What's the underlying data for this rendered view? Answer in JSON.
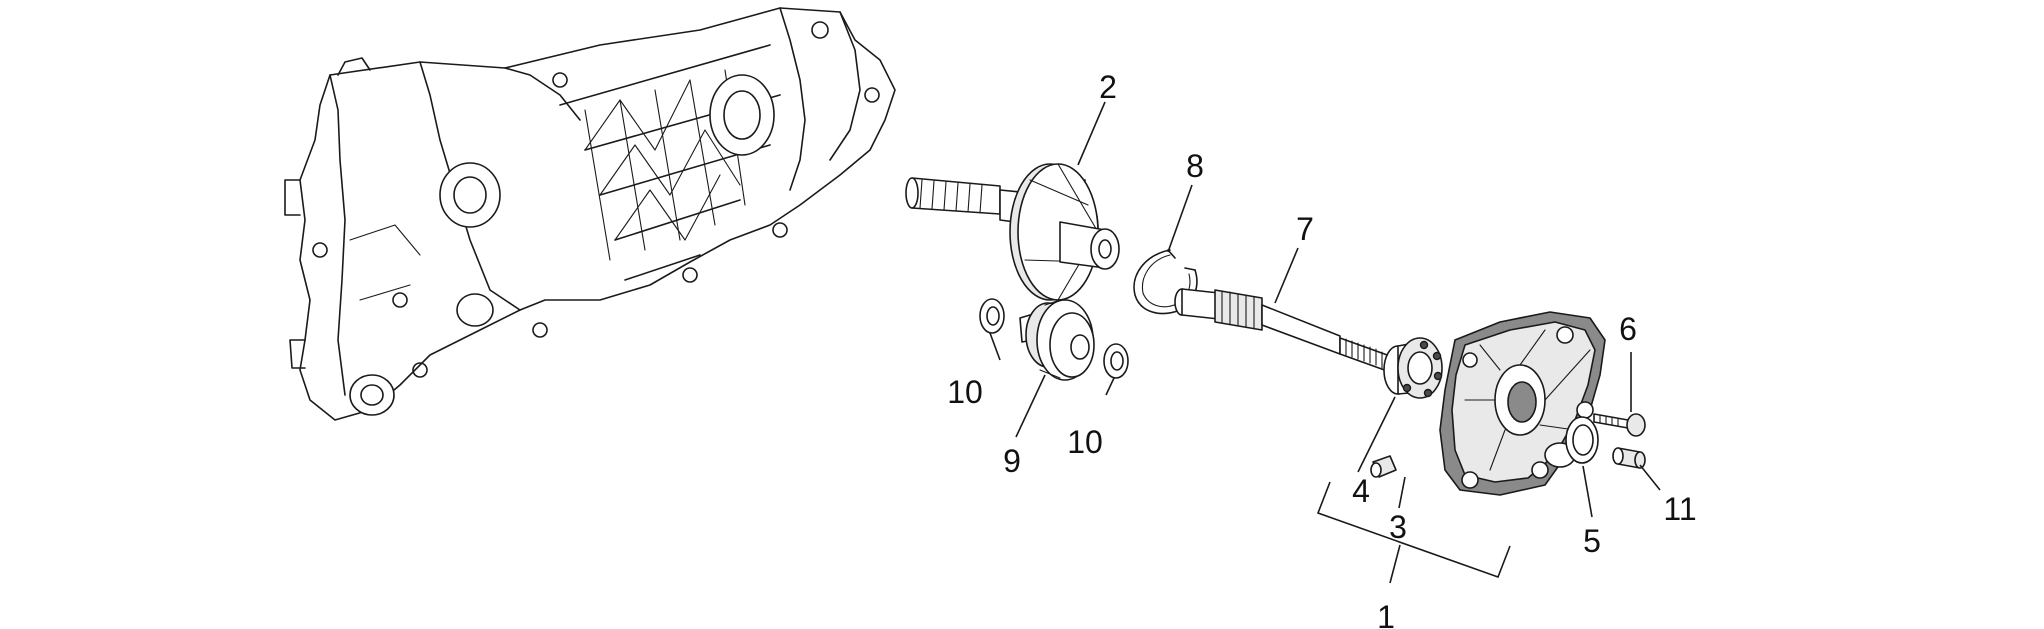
{
  "callouts": [
    {
      "id": "c1",
      "text": "1"
    },
    {
      "id": "c2",
      "text": "2"
    },
    {
      "id": "c3",
      "text": "3"
    },
    {
      "id": "c4",
      "text": "4"
    },
    {
      "id": "c5",
      "text": "5"
    },
    {
      "id": "c6",
      "text": "6"
    },
    {
      "id": "c7",
      "text": "7"
    },
    {
      "id": "c8",
      "text": "8"
    },
    {
      "id": "c9",
      "text": "9"
    },
    {
      "id": "c10a",
      "text": "10"
    },
    {
      "id": "c10b",
      "text": "10"
    },
    {
      "id": "c11",
      "text": "11"
    }
  ],
  "colors": {
    "line": "#1a1a1a",
    "part_fill": "#e9e9e9",
    "cover_fill": "#8a8a8a",
    "background": "#ffffff"
  }
}
